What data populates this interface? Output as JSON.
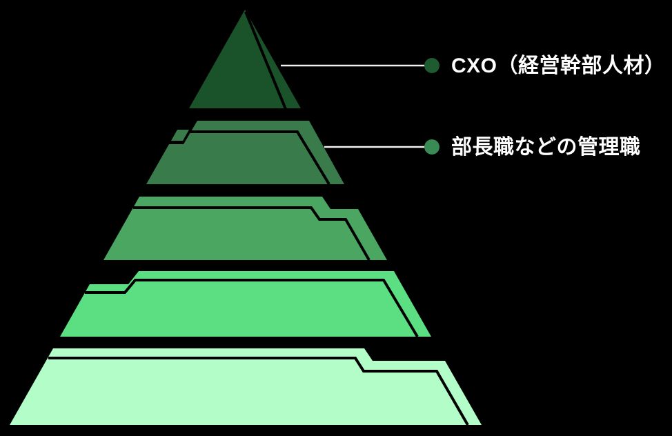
{
  "canvas": {
    "background": "#000000",
    "outline_color": "#000000"
  },
  "pyramid": {
    "description": "five-level green pyramid",
    "levels": [
      {
        "id": "level-1",
        "color": "#1A5229"
      },
      {
        "id": "level-2",
        "color": "#397B4B"
      },
      {
        "id": "level-3",
        "color": "#4BA662"
      },
      {
        "id": "level-4",
        "color": "#5CDF83"
      },
      {
        "id": "level-5",
        "color": "#B3FEC8"
      }
    ]
  },
  "annotations": {
    "line_color": "#F2F2F2",
    "items": [
      {
        "label": "CXO（経営幹部人材）",
        "dot_color": "#1F5B31"
      },
      {
        "label": "部長職などの管理職",
        "dot_color": "#3A8A55"
      }
    ]
  }
}
